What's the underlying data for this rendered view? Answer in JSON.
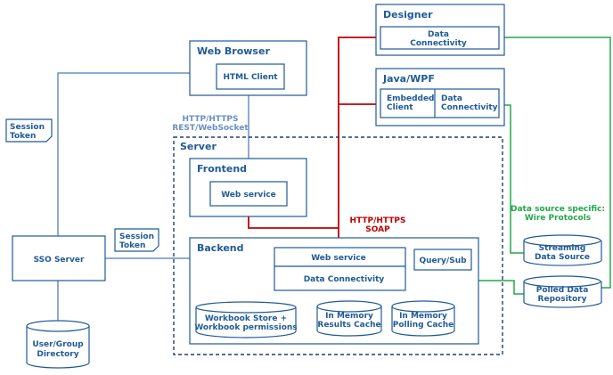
{
  "colors": {
    "box": "#1f5a96",
    "line_blue": "#6a8fc4",
    "line_red": "#c00000",
    "line_green": "#21a84a",
    "text_blue": "#1f5a96",
    "text_red": "#c00000",
    "text_green": "#21a84a"
  },
  "designer": {
    "title": "Designer",
    "data_connectivity": [
      "Data",
      "Connectivity"
    ]
  },
  "javawpf": {
    "title": "Java/WPF",
    "embedded_client": [
      "Embedded",
      "Client"
    ],
    "data_connectivity": [
      "Data",
      "Connectivity"
    ]
  },
  "web_browser": {
    "title": "Web Browser",
    "html_client": "HTML Client"
  },
  "protocol_blue": [
    "HTTP/HTTPS",
    "REST/WebSocket"
  ],
  "session_token_left": [
    "Session",
    "Token"
  ],
  "session_token_mid": [
    "Session",
    "Token"
  ],
  "server": {
    "title": "Server",
    "frontend": {
      "title": "Frontend",
      "web_service": "Web service"
    },
    "protocol_red": [
      "HTTP/HTTPS",
      "SOAP"
    ],
    "backend": {
      "title": "Backend",
      "web_service": "Web service",
      "data_connectivity": "Data Connectivity",
      "query_sub": "Query/Sub",
      "workbook_store": [
        "Workbook Store +",
        "Workbook permissions"
      ],
      "results_cache": [
        "In Memory",
        "Results Cache"
      ],
      "polling_cache": [
        "In Memory",
        "Polling Cache"
      ]
    }
  },
  "sso_server": "SSO Server",
  "user_group_directory": [
    "User/Group",
    "Directory"
  ],
  "green_protocol": [
    "Data source specific:",
    "Wire Protocols"
  ],
  "streaming_data_source": [
    "Streaming",
    "Data Source"
  ],
  "polled_data_repository": [
    "Polled Data",
    "Repository"
  ]
}
